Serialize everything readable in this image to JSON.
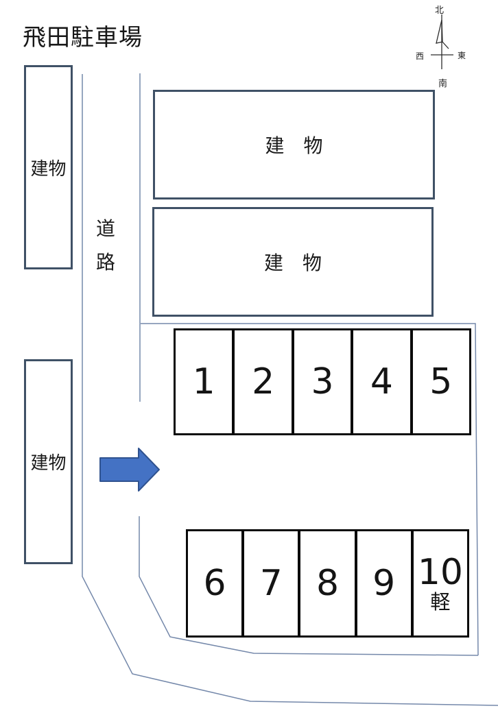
{
  "title": "飛田駐車場",
  "compass": {
    "north": "北",
    "west": "西",
    "east": "東",
    "south": "南"
  },
  "road": {
    "chars": [
      "道",
      "路"
    ]
  },
  "buildings": {
    "left_top": "建物",
    "left_bottom": "建物",
    "right_top": "建　物",
    "right_bottom": "建　物"
  },
  "parking": {
    "row1": [
      {
        "number": "1",
        "sub": ""
      },
      {
        "number": "2",
        "sub": ""
      },
      {
        "number": "3",
        "sub": ""
      },
      {
        "number": "4",
        "sub": ""
      },
      {
        "number": "5",
        "sub": ""
      }
    ],
    "row2": [
      {
        "number": "6",
        "sub": ""
      },
      {
        "number": "7",
        "sub": ""
      },
      {
        "number": "8",
        "sub": ""
      },
      {
        "number": "9",
        "sub": ""
      },
      {
        "number": "10",
        "sub": "軽"
      }
    ]
  },
  "colors": {
    "arrow_fill": "#4472C4",
    "arrow_stroke": "#2F528F",
    "building_border": "#3F5166",
    "parking_border": "#0A0A0A",
    "line": "#7488AA",
    "text": "#1A1A1A"
  }
}
